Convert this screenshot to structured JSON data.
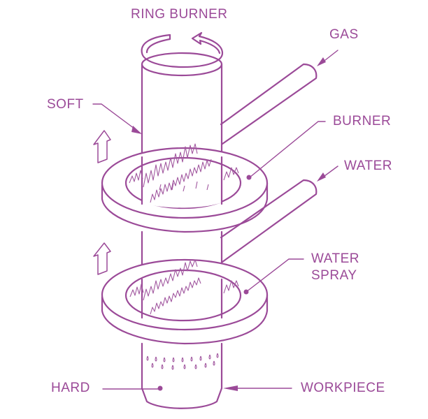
{
  "diagram": {
    "title": "Flame hardening with ring burner",
    "color": "#9b4a98",
    "labels": {
      "ring_burner": "RING BURNER",
      "gas": "GAS",
      "soft": "SOFT",
      "burner": "BURNER",
      "water": "WATER",
      "water_spray_line1": "WATER",
      "water_spray_line2": "SPRAY",
      "hard": "HARD",
      "workpiece": "WORKPIECE"
    },
    "components": [
      {
        "name": "Workpiece",
        "description": "vertical cylinder moving upward through rings"
      },
      {
        "name": "Ring burner",
        "description": "upper ring fed by gas pipe"
      },
      {
        "name": "Water spray ring",
        "description": "lower ring fed by water pipe"
      }
    ],
    "motion_arrows": [
      "upward",
      "upward"
    ],
    "rotation": "ring burner rotation indicator (circular arrow)"
  }
}
